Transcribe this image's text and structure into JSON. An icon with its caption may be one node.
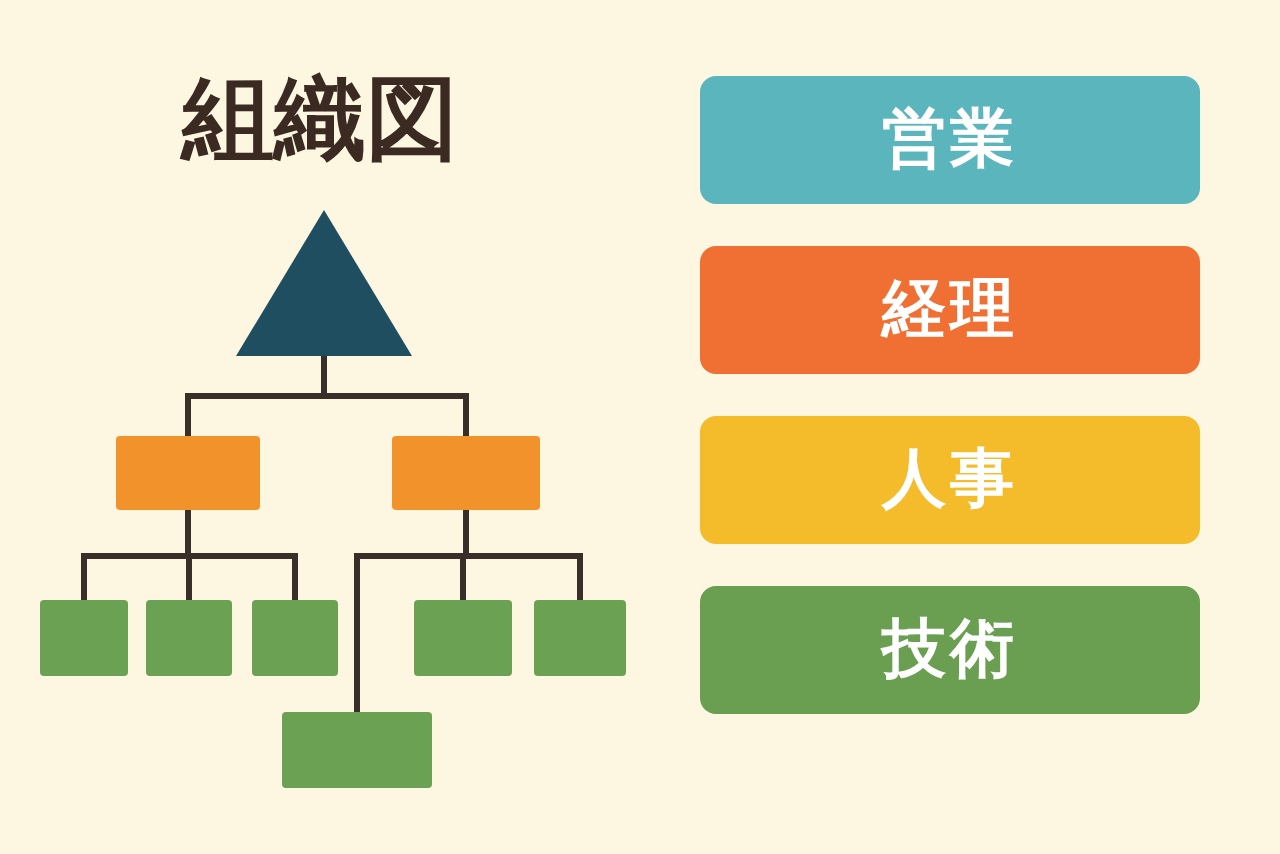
{
  "diagram": {
    "title": "組織図",
    "nodes": [
      {
        "text": [],
        "shape": "triangle"
      },
      {
        "text": [],
        "shape": "box"
      },
      {
        "text": [],
        "shape": "box"
      },
      {
        "text": [],
        "shape": "box"
      },
      {
        "text": [],
        "shape": "box"
      },
      {
        "text": [],
        "shape": "box"
      },
      {
        "text": [],
        "shape": "box"
      },
      {
        "text": [],
        "shape": "box"
      },
      {
        "text": [],
        "shape": "box"
      },
      {
        "text": [
          "営業"
        ]
      },
      {
        "text": [
          "経理"
        ]
      },
      {
        "text": [
          "人事"
        ]
      },
      {
        "text": [
          "技術"
        ]
      }
    ],
    "edges": [
      {
        "from": 0,
        "to": 1,
        "arrow": "none"
      },
      {
        "from": 0,
        "to": 2,
        "arrow": "none"
      },
      {
        "from": 1,
        "to": 3,
        "arrow": "none"
      },
      {
        "from": 1,
        "to": 4,
        "arrow": "none"
      },
      {
        "from": 1,
        "to": 5,
        "arrow": "none"
      },
      {
        "from": 2,
        "to": 6,
        "arrow": "none"
      },
      {
        "from": 2,
        "to": 7,
        "arrow": "none"
      },
      {
        "from": 2,
        "to": 8,
        "arrow": "none"
      }
    ]
  }
}
